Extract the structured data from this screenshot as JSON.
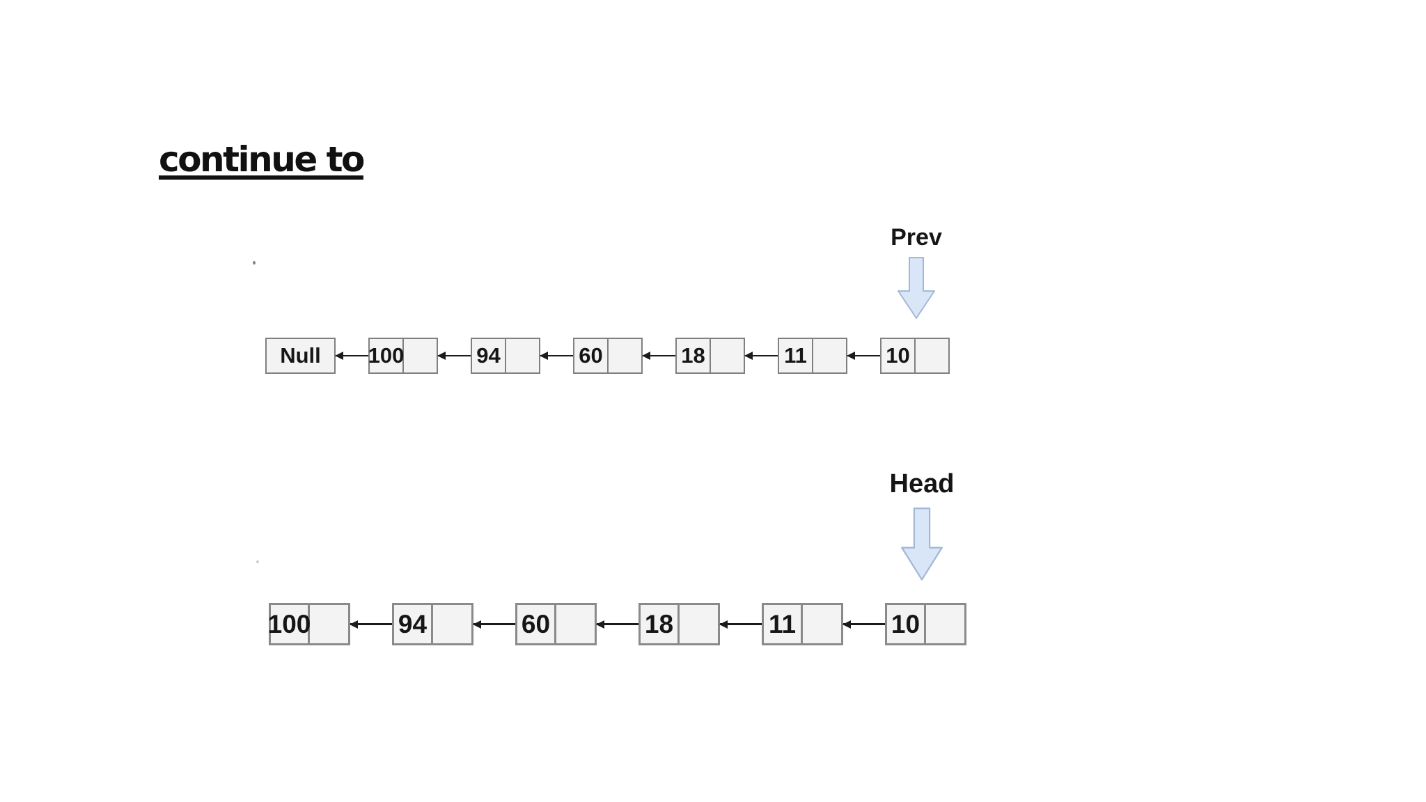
{
  "page": {
    "title": "continue to"
  },
  "colors": {
    "background": "#ffffff",
    "box_fill": "#f3f3f3",
    "box_border": "#808080",
    "link_arrow": "#1b1b1b",
    "pointer_arrow_fill": "#d9e6f7",
    "pointer_arrow_stroke": "#a3b8d5",
    "text": "#1a1a1a"
  },
  "diagram": {
    "description": "Singly linked list reversal illustration: two states of a list with next-pointers drawn as left-pointing arrows.",
    "before": {
      "pointer_label": "Prev",
      "terminal_label": "Null",
      "values": [
        "100",
        "94",
        "60",
        "18",
        "11",
        "10"
      ]
    },
    "after": {
      "pointer_label": "Head",
      "values": [
        "100",
        "94",
        "60",
        "18",
        "11",
        "10"
      ]
    }
  }
}
